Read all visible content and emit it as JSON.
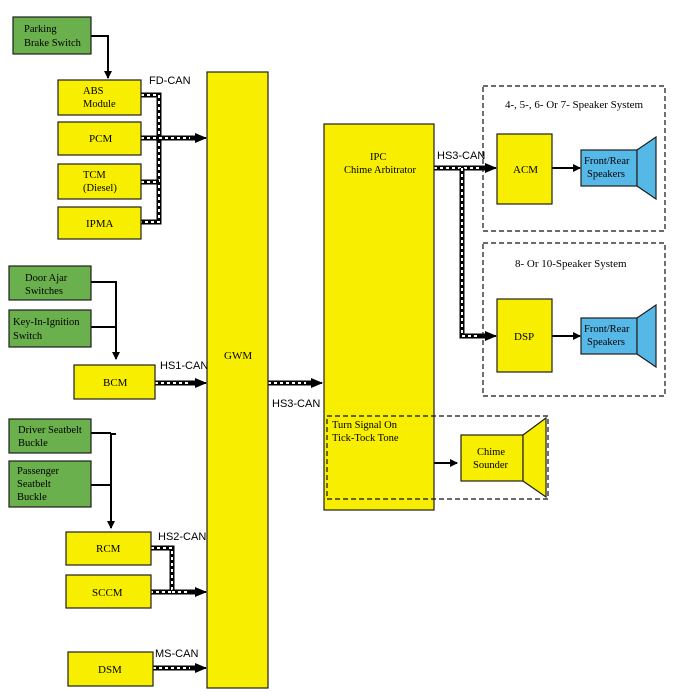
{
  "inputs": {
    "parking_brake": [
      "Parking",
      "Brake Switch"
    ],
    "door_ajar": [
      "Door Ajar",
      "Switches"
    ],
    "key_in_ignition": [
      "Key-In-Ignition",
      "Switch"
    ],
    "driver_seatbelt": [
      "Driver Seatbelt",
      "Buckle"
    ],
    "passenger_seatbelt": [
      "Passenger",
      "Seatbelt",
      "Buckle"
    ]
  },
  "modules": {
    "abs": [
      "ABS",
      "Module"
    ],
    "pcm": "PCM",
    "tcm": [
      "TCM",
      "(Diesel)"
    ],
    "ipma": "IPMA",
    "bcm": "BCM",
    "rcm": "RCM",
    "sccm": "SCCM",
    "dsm": "DSM",
    "gwm": "GWM",
    "ipc": [
      "IPC",
      "Chime Arbitrator"
    ],
    "acm": "ACM",
    "dsp": "DSP",
    "chime": [
      "Chime",
      "Sounder"
    ],
    "speakers_1": [
      "Front/Rear",
      "Speakers"
    ],
    "speakers_2": [
      "Front/Rear",
      "Speakers"
    ]
  },
  "buses": {
    "fd_can": "FD-CAN",
    "hs1_can": "HS1-CAN",
    "hs2_can": "HS2-CAN",
    "ms_can": "MS-CAN",
    "hs3_can_gwm": "HS3-CAN",
    "hs3_can_ipc": "HS3-CAN"
  },
  "groups": {
    "speaker_system_a": "4-, 5-, 6- Or 7- Speaker System",
    "speaker_system_b": "8- Or 10-Speaker System",
    "turn_signal": [
      "Turn Signal On",
      "Tick-Tock Tone"
    ]
  },
  "colors": {
    "input_switch": "#6ab04c",
    "module": "#f8ef00",
    "speaker": "#56b8e6"
  }
}
